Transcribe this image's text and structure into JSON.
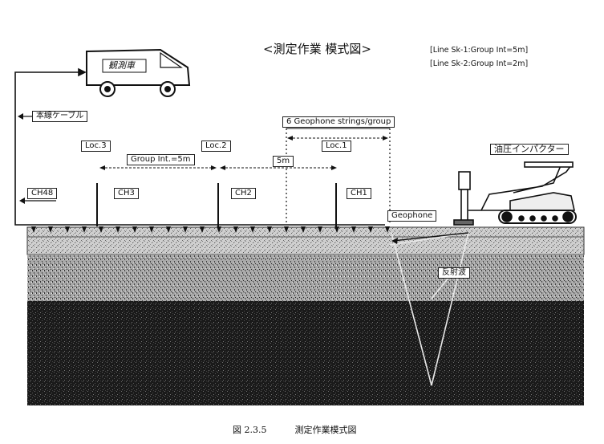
{
  "title": "<測定作業 模式図>",
  "line_notes": [
    "[Line Sk-1:Group Int=5m]",
    "[Line Sk-2:Group Int=2m]"
  ],
  "truck_label": "観測車",
  "cable_label": "本線ケーブル",
  "geophone_strings_label": "6 Geophone strings/group",
  "locations": [
    "Loc.3",
    "Loc.2",
    "Loc.1"
  ],
  "group_interval_label": "Group Int.=5m",
  "spacing_label": "5m",
  "channels": [
    "CH48",
    "CH3",
    "CH2",
    "CH1"
  ],
  "geophone_label": "Geophone",
  "impactor_label": "油圧インパクター",
  "reflection_label": "反射波",
  "caption_number": "図 2.3.5",
  "caption_text": "測定作業模式図"
}
